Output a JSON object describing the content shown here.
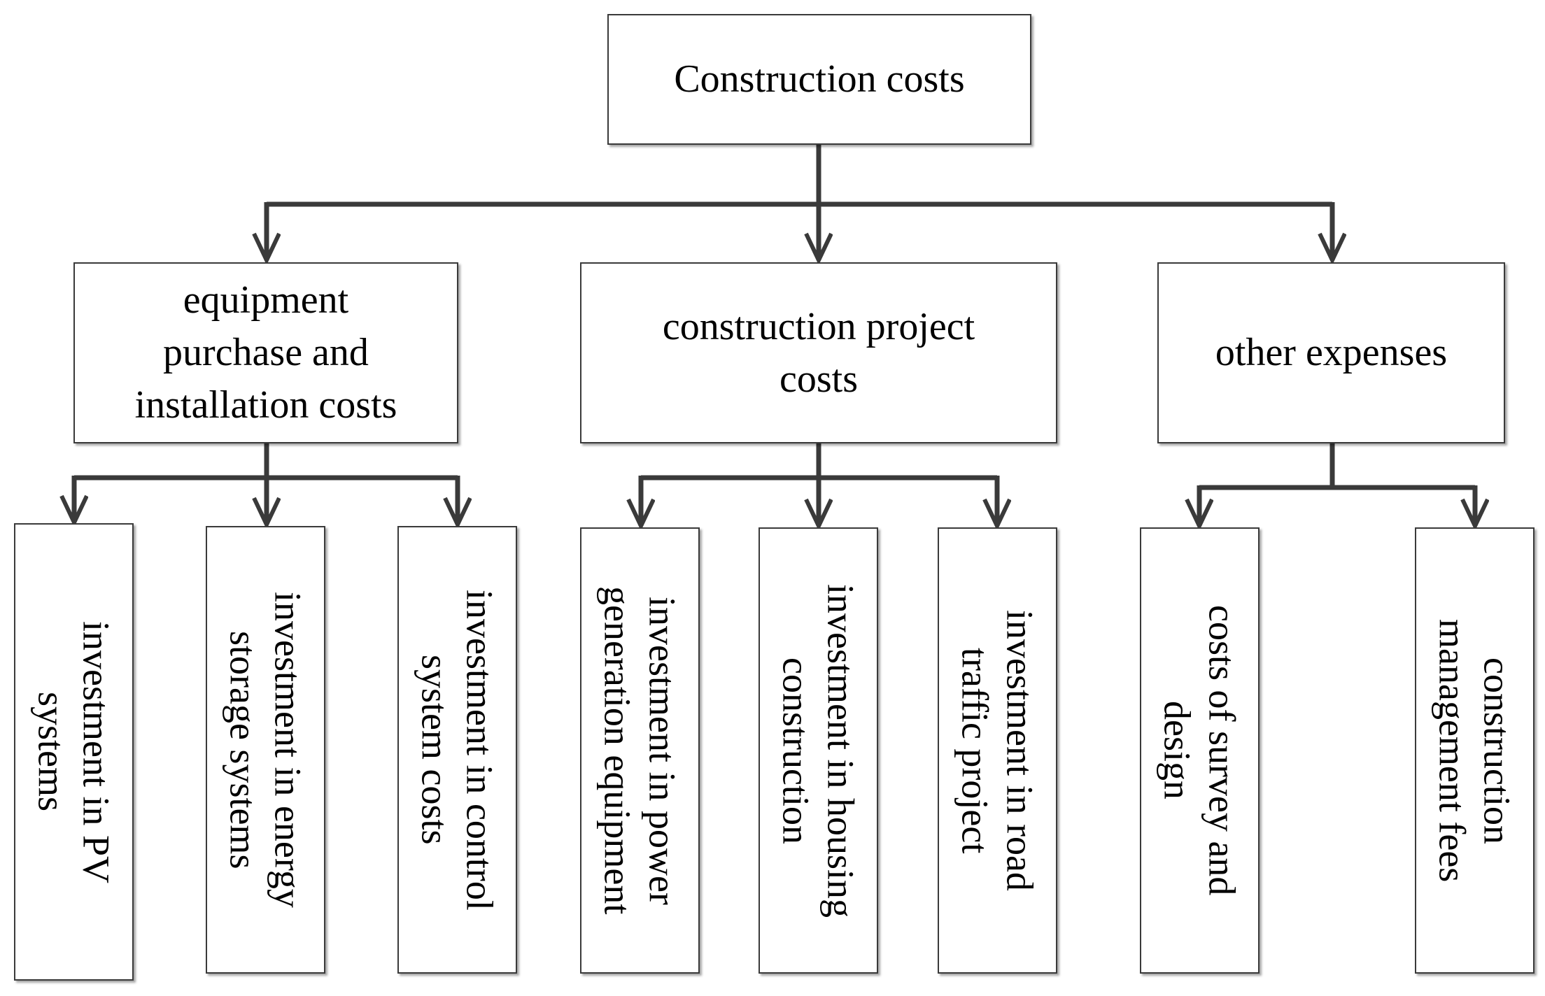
{
  "colors": {
    "line": "#3a3a3a",
    "border": "#3a3a3a",
    "text": "#000000",
    "background": "#ffffff"
  },
  "root": {
    "label": "Construction costs"
  },
  "categories": [
    {
      "label": "equipment\npurchase and\ninstallation costs",
      "items": [
        {
          "label": "investment in PV\nsystems"
        },
        {
          "label": "investment in energy\nstorage systems"
        },
        {
          "label": "investment in control\nsystem costs"
        }
      ]
    },
    {
      "label": "construction project\ncosts",
      "items": [
        {
          "label": "investment in power\ngeneration equipment"
        },
        {
          "label": "investment in housing\nconstruction"
        },
        {
          "label": "investment in road\ntraffic project"
        }
      ]
    },
    {
      "label": "other expenses",
      "items": [
        {
          "label": "costs of survey and\ndesign"
        },
        {
          "label": "construction\nmanagement fees"
        }
      ]
    }
  ]
}
